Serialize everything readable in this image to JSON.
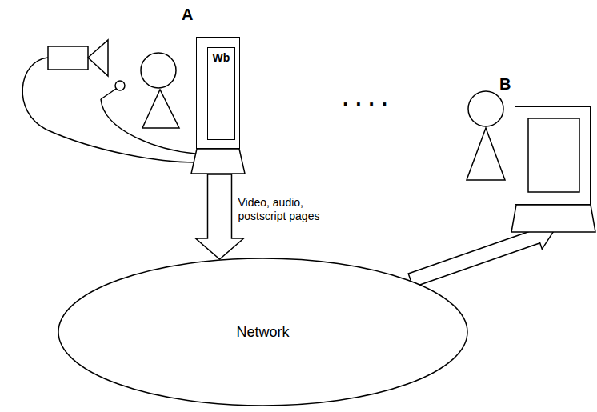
{
  "diagram": {
    "nodes": [
      {
        "text": [
          "A"
        ]
      },
      {
        "text": [
          "Wb"
        ],
        "in": 0
      },
      {
        "text": [
          "Network"
        ]
      },
      {
        "text": [
          "B"
        ]
      }
    ],
    "edges": [
      {
        "from": 0,
        "to": 2,
        "arrow": "to",
        "label": "Video, audio, postscript pages"
      },
      {
        "from": 2,
        "to": 3,
        "arrow": "to"
      }
    ],
    "labels": [
      "...."
    ]
  }
}
